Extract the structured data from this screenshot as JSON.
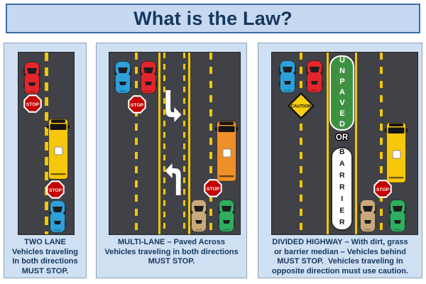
{
  "title": {
    "text": "What is the Law?"
  },
  "signs": {
    "stop": "STOP",
    "caution": "CAUTION",
    "median_unpaved": "UNPAVED",
    "median_or": "OR",
    "median_barrier": "BARRIER"
  },
  "panels": [
    {
      "id": "two-lane",
      "caption_lines": [
        "TWO LANE",
        "Vehicles traveling",
        "In both directions",
        "MUST STOP."
      ],
      "road": {
        "lanes": 2,
        "marking": "dashed yellow center line"
      },
      "stop_sign_count": 2,
      "vehicles": [
        {
          "type": "car",
          "color": "red"
        },
        {
          "type": "school-bus",
          "color": "yellow"
        },
        {
          "type": "car",
          "color": "blue"
        }
      ]
    },
    {
      "id": "multi-lane",
      "caption_lines": [
        "MULTI-LANE – Paved Across",
        "Vehicles traveling in both directions",
        "MUST STOP."
      ],
      "road": {
        "lanes": 4,
        "marking": "center two-way left-turn lane with white turn arrows"
      },
      "stop_sign_count": 2,
      "vehicles": [
        {
          "type": "car",
          "color": "blue"
        },
        {
          "type": "car",
          "color": "red"
        },
        {
          "type": "school-bus",
          "color": "orange"
        },
        {
          "type": "car",
          "color": "tan"
        },
        {
          "type": "car",
          "color": "green"
        }
      ]
    },
    {
      "id": "divided-highway",
      "caption_lines": [
        "DIVIDED HIGHWAY – With dirt, grass",
        "or barrier median – Vehicles behind",
        "MUST STOP.  Vehicles traveling in",
        "opposite direction must use caution."
      ],
      "road": {
        "lanes": 4,
        "marking": "median labeled UNPAVED or BARRIER"
      },
      "stop_sign_count": 1,
      "caution_sign_count": 1,
      "vehicles": [
        {
          "type": "car",
          "color": "blue"
        },
        {
          "type": "car",
          "color": "red"
        },
        {
          "type": "school-bus",
          "color": "yellow"
        },
        {
          "type": "car",
          "color": "tan"
        },
        {
          "type": "car",
          "color": "green"
        }
      ]
    }
  ],
  "colors": {
    "title_bg": "#c6d9f1",
    "title_border": "#3c6ba5",
    "title_text": "#17375e",
    "panel_bg": "#cfe0f3",
    "road": "#404247",
    "lane_paint": "#f0c60a",
    "stop_sign_red": "#c40000",
    "caution_yellow": "#f7cf13",
    "unpaved_green": "#3f9142",
    "barrier_white": "#ffffff",
    "bus_yellow": "#f6c70a",
    "bus_orange": "#ef8f2a",
    "car_red": "#e3262b",
    "car_blue": "#2e9fd8",
    "car_tan": "#c9a97c",
    "car_green": "#2fae60",
    "caption_text": "#17375e"
  }
}
